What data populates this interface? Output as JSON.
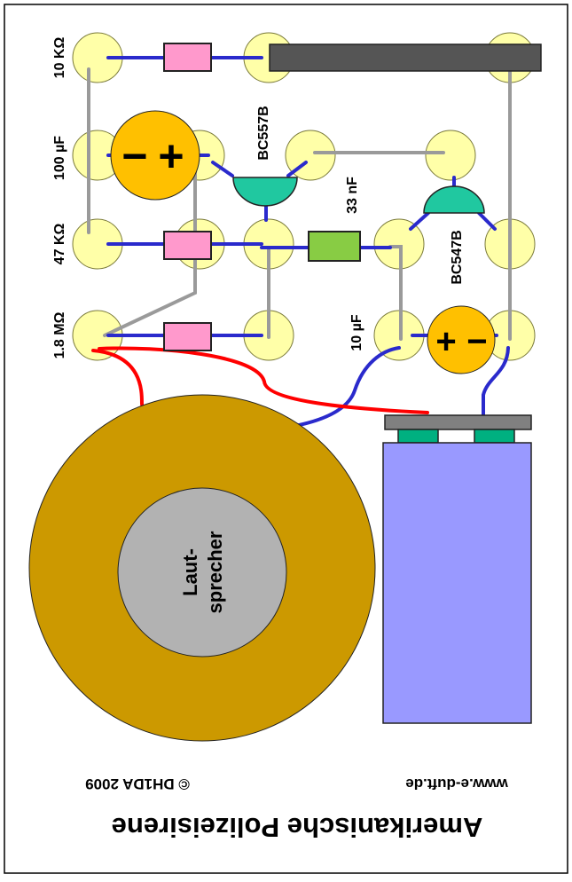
{
  "labels": {
    "r_10k": "10 KΩ",
    "c_100u": "100 µF",
    "r_47k": "47 KΩ",
    "r_1m8": "1.8 MΩ",
    "q_bc557b": "BC557B",
    "c_33n": "33 nF",
    "q_bc547b": "BC547B",
    "c_10u": "10 µF",
    "speaker_line1": "Laut-",
    "speaker_line2": "sprecher",
    "title": "Amerikanische Polizeisirene",
    "website": "www.e-duft.de",
    "copyright": "© DH1DA 2009"
  },
  "capacitor_marks": {
    "c100_minus": "−",
    "c100_plus": "+",
    "c10_plus": "+",
    "c10_minus": "−"
  },
  "colors": {
    "pad": "#ffffa8",
    "pad_stroke": "#7a7a3a",
    "resistor": "#ff99cc",
    "capacitor_ceramic": "#88cc44",
    "capacitor_electrolytic": "#ffc000",
    "transistor": "#20c8a0",
    "wire_blue": "#2a2acc",
    "wire_gray": "#9a9a9a",
    "wire_red": "#ff0000",
    "speaker_outer": "#cc9900",
    "speaker_inner": "#b2b2b2",
    "battery": "#9999ff",
    "battery_cap": "#808080",
    "battery_terminal": "#00b080",
    "switch_bar": "#555555"
  }
}
